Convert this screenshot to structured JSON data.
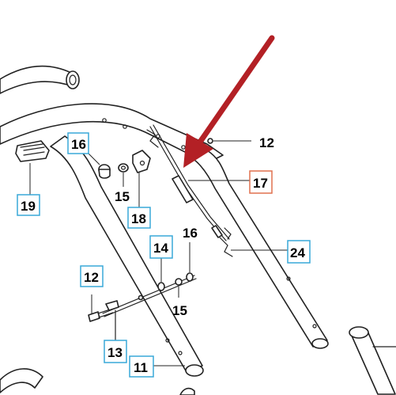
{
  "diagram": {
    "callouts": [
      {
        "id": "c12a",
        "text": "12",
        "boxed": false
      },
      {
        "id": "c16a",
        "text": "16",
        "boxed": true
      },
      {
        "id": "c19",
        "text": "19",
        "boxed": true
      },
      {
        "id": "c15a",
        "text": "15",
        "boxed": false
      },
      {
        "id": "c18",
        "text": "18",
        "boxed": true
      },
      {
        "id": "c17",
        "text": "17",
        "boxed": true,
        "highlighted": true
      },
      {
        "id": "c16b",
        "text": "16",
        "boxed": false
      },
      {
        "id": "c14",
        "text": "14",
        "boxed": true
      },
      {
        "id": "c24",
        "text": "24",
        "boxed": true
      },
      {
        "id": "c12b",
        "text": "12",
        "boxed": true
      },
      {
        "id": "c15b",
        "text": "15",
        "boxed": false
      },
      {
        "id": "c13",
        "text": "13",
        "boxed": true
      },
      {
        "id": "c11",
        "text": "11",
        "boxed": true
      }
    ],
    "colors": {
      "box_border": "#39a9d8",
      "highlight_border": "#e0714f",
      "arrow": "#b32025",
      "line": "#222222"
    }
  }
}
